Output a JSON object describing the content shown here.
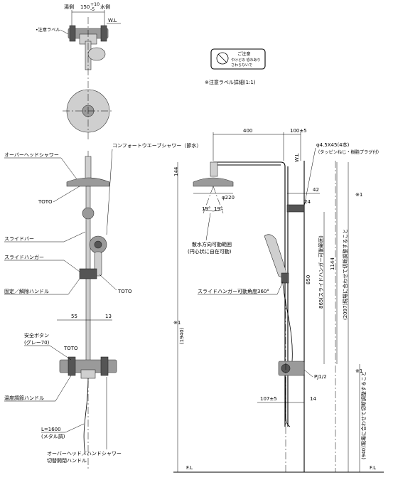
{
  "labels": {
    "hot_side": "湯側",
    "cold_side": "水側",
    "spacing_top": "150",
    "tol_plus": "+10",
    "tol_minus": "-5",
    "wl_top": "W.L",
    "caution_label": "•注意ラベル",
    "caution_box_title": "ご注意",
    "caution_box_line1": "やけどの 恐れあり",
    "caution_box_line2": "さわらないで",
    "caution_detail": "※注意ラベル詳細(1:1)",
    "overhead_shower": "オーバーヘッドシャワー",
    "comfort_shower": "コンフォートウエーブシャワー（節水）",
    "toto_head": "TOTO",
    "slide_bar": "スライドバー",
    "slide_hanger": "スライドハンガー",
    "fix_handle": "固定／解除ハンドル",
    "toto_hand": "TOTO",
    "dim_55": "55",
    "dim_13": "13",
    "safety_button": "安全ボタン",
    "safety_gray": "(グレー70)",
    "toto_body": "TOTO",
    "temp_handle": "温度調節ハンドル",
    "hose_len": "L=1600",
    "hose_type": "(メタル調)",
    "switch_line1": "オーバーヘッド／ハンドシャワー",
    "switch_line2": "切替開閉ハンドル",
    "dim_400": "400",
    "dim_100": "100±5",
    "screw_spec": "φ4.5X45(4本)",
    "screw_note": "（タッピンねじ・樹脂プラグ付）",
    "wl_side": "W.L",
    "dim_144": "144",
    "dia_220": "φ220",
    "dim_42": "42",
    "dim_24": "24",
    "angle_a": "19°",
    "angle_b": "19°",
    "spray_note": "散水方向可動範囲",
    "spray_note2": "(円心状に自在可動)",
    "hanger_angle": "スライドハンガー可動角度360°",
    "dim_1144": "1144",
    "dim_850": "850",
    "dim_865": "865(スライドハンガー可動範囲)",
    "dim_2097": "(2097)現場に合わせて切断調整すること",
    "mark_1a": "※1",
    "mark_1b": "※1",
    "dim_1940": "(1940)",
    "pj": "PJ1/2",
    "dim_107": "107±5",
    "dim_14": "14",
    "dim_940": "(940)現場に合わせて切断調整すること",
    "fl_left": "F.L",
    "fl_right": "F.L"
  }
}
